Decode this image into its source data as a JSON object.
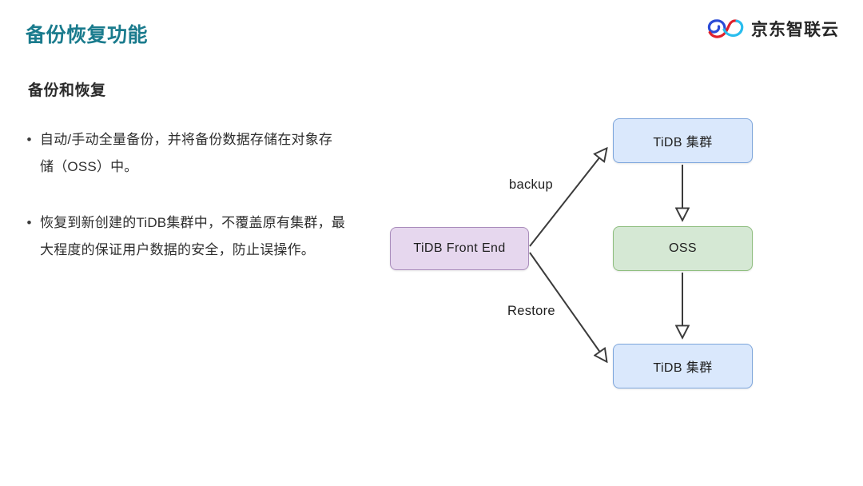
{
  "slide": {
    "title": "备份恢复功能",
    "section_heading": "备份和恢复",
    "bullets": [
      {
        "marker": "•",
        "text": "自动/手动全量备份，并将备份数据存储在对象存储（OSS）中。"
      },
      {
        "marker": "•",
        "text": "恢复到新创建的TiDB集群中，不覆盖原有集群，最大程度的保证用户数据的安全，防止误操作。"
      }
    ]
  },
  "brand": {
    "name": "京东智联云",
    "logo_icon": "jd-cloud-infinity-logo-icon",
    "logo_colors": {
      "blue": "#2b4bd6",
      "red": "#e0202a",
      "cyan": "#29bdee"
    }
  },
  "diagram": {
    "type": "flowchart",
    "nodes": [
      {
        "id": "front_end",
        "label": "TiDB Front End",
        "fill": "#e6d7ee",
        "stroke": "#a98cbb"
      },
      {
        "id": "tidb_top",
        "label": "TiDB 集群",
        "fill": "#dae8fc",
        "stroke": "#7ea6dc"
      },
      {
        "id": "oss",
        "label": "OSS",
        "fill": "#d5e8d4",
        "stroke": "#8fbe7f"
      },
      {
        "id": "tidb_bot",
        "label": "TiDB 集群",
        "fill": "#dae8fc",
        "stroke": "#7ea6dc"
      }
    ],
    "edges": [
      {
        "from": "front_end",
        "to": "tidb_top",
        "label": "backup",
        "arrow": "open-triangle"
      },
      {
        "from": "tidb_top",
        "to": "oss",
        "label": "",
        "arrow": "open-triangle"
      },
      {
        "from": "front_end",
        "to": "tidb_bot",
        "label": "Restore",
        "arrow": "open-triangle"
      },
      {
        "from": "oss",
        "to": "tidb_bot",
        "label": "",
        "arrow": "open-triangle"
      }
    ],
    "edge_labels": {
      "backup": "backup",
      "restore": "Restore"
    },
    "line_color": "#3b3b3b"
  },
  "theme": {
    "title_color": "#1a7b8d",
    "body_text_color": "#2e2e2e",
    "background": "#ffffff"
  }
}
